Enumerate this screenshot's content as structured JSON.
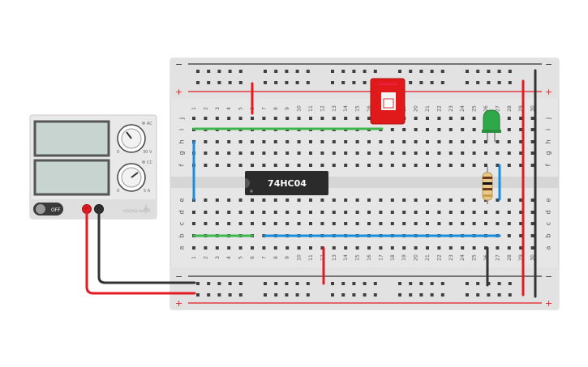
{
  "power_supply": {
    "knob1_tag": "AC",
    "knob2_tag": "CC",
    "knob1_min": "0",
    "knob1_max": "30 V",
    "knob2_min": "0",
    "knob2_max": "5 A",
    "switch_label": "OFF",
    "brand_text": "VOLTAGE SUPPLY"
  },
  "breadboard": {
    "rail_plus": "+",
    "rail_minus": "−",
    "columns": [
      "1",
      "2",
      "3",
      "4",
      "5",
      "6",
      "7",
      "8",
      "9",
      "10",
      "11",
      "12",
      "13",
      "14",
      "15",
      "16",
      "17",
      "18",
      "19",
      "20",
      "21",
      "22",
      "23",
      "24",
      "25",
      "26",
      "27",
      "28",
      "29",
      "30"
    ],
    "rows_top": [
      "j",
      "i",
      "h",
      "g",
      "f"
    ],
    "rows_bottom": [
      "e",
      "d",
      "c",
      "b",
      "a"
    ]
  },
  "chip": {
    "label": "74HC04"
  },
  "colors": {
    "board": "#e6e6e6",
    "board_dark": "#dadada",
    "hole": "#3f3f3f",
    "red_wire": "#e31b23",
    "black_wire": "#333333",
    "blue_wire": "#1c8ddb",
    "green_wire": "#3fb84d",
    "switch_red": "#e01a1a",
    "led_green": "#2fa84a",
    "chip_body": "#2b2b2b",
    "supply_body": "#e9e9e9",
    "display": "#c8d4d0"
  }
}
